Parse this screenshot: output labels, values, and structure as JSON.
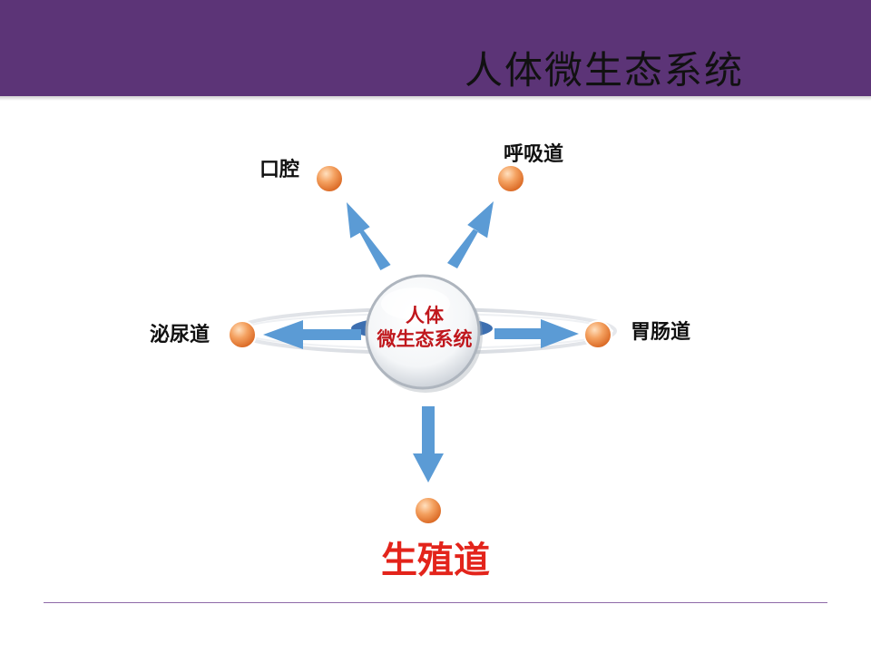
{
  "header": {
    "title": "人体微生态系统",
    "bar_color": "#5c3477"
  },
  "diagram": {
    "center": {
      "line1": "人体",
      "line2": "微生态系统",
      "text_color": "#c0181d"
    },
    "nodes": {
      "oral": "口腔",
      "respiratory": "呼吸道",
      "urinary": "泌尿道",
      "gastrointestinal": "胃肠道",
      "reproductive": "生殖道"
    },
    "colors": {
      "arrow": "#5b9bd5",
      "node": "#f08a3c",
      "highlight": "#e3241b"
    }
  }
}
